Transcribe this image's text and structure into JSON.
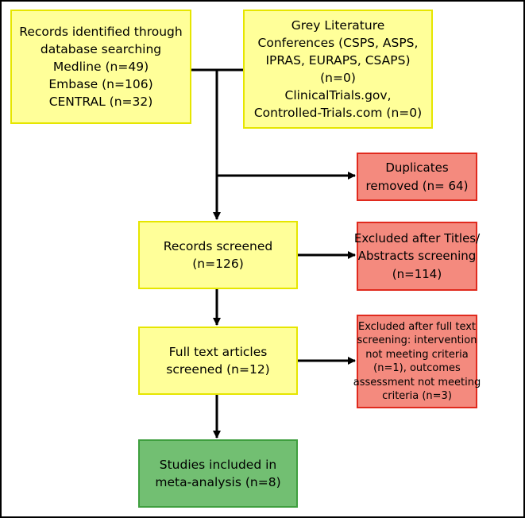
{
  "boxes": {
    "sources": {
      "lines": [
        "Records identified through",
        "database searching",
        "Medline (n=49)",
        "Embase (n=106)",
        "CENTRAL (n=32)"
      ]
    },
    "grey": {
      "lines": [
        "Grey Literature",
        "Conferences (CSPS, ASPS,",
        "IPRAS, EURAPS, CSAPS)",
        "(n=0)",
        "ClinicalTrials.gov,",
        "Controlled-Trials.com (n=0)"
      ]
    },
    "duplicates": {
      "lines": [
        "Duplicates",
        "removed (n= 64)"
      ]
    },
    "screened": {
      "lines": [
        "Records screened",
        "(n=126)"
      ]
    },
    "excluded_titles": {
      "lines": [
        "Excluded after Titles/",
        "Abstracts screening",
        "(n=114)"
      ]
    },
    "full_text": {
      "lines": [
        "Full text articles",
        "screened (n=12)"
      ]
    },
    "excluded_full": {
      "lines": [
        "Excluded after full text",
        "screening: intervention",
        "not meeting criteria",
        "(n=1), outcomes",
        "assessment not meeting",
        "criteria (n=3)"
      ]
    },
    "included": {
      "lines": [
        "Studies included in",
        "meta-analysis (n=8)"
      ]
    }
  },
  "colors": {
    "yellow_fill": "#ffff99",
    "yellow_border": "#e6e600",
    "red_fill": "#f48a7e",
    "red_border": "#e02a1e",
    "green_fill": "#72bf72",
    "green_border": "#3f9f3f",
    "connector": "#000000"
  }
}
